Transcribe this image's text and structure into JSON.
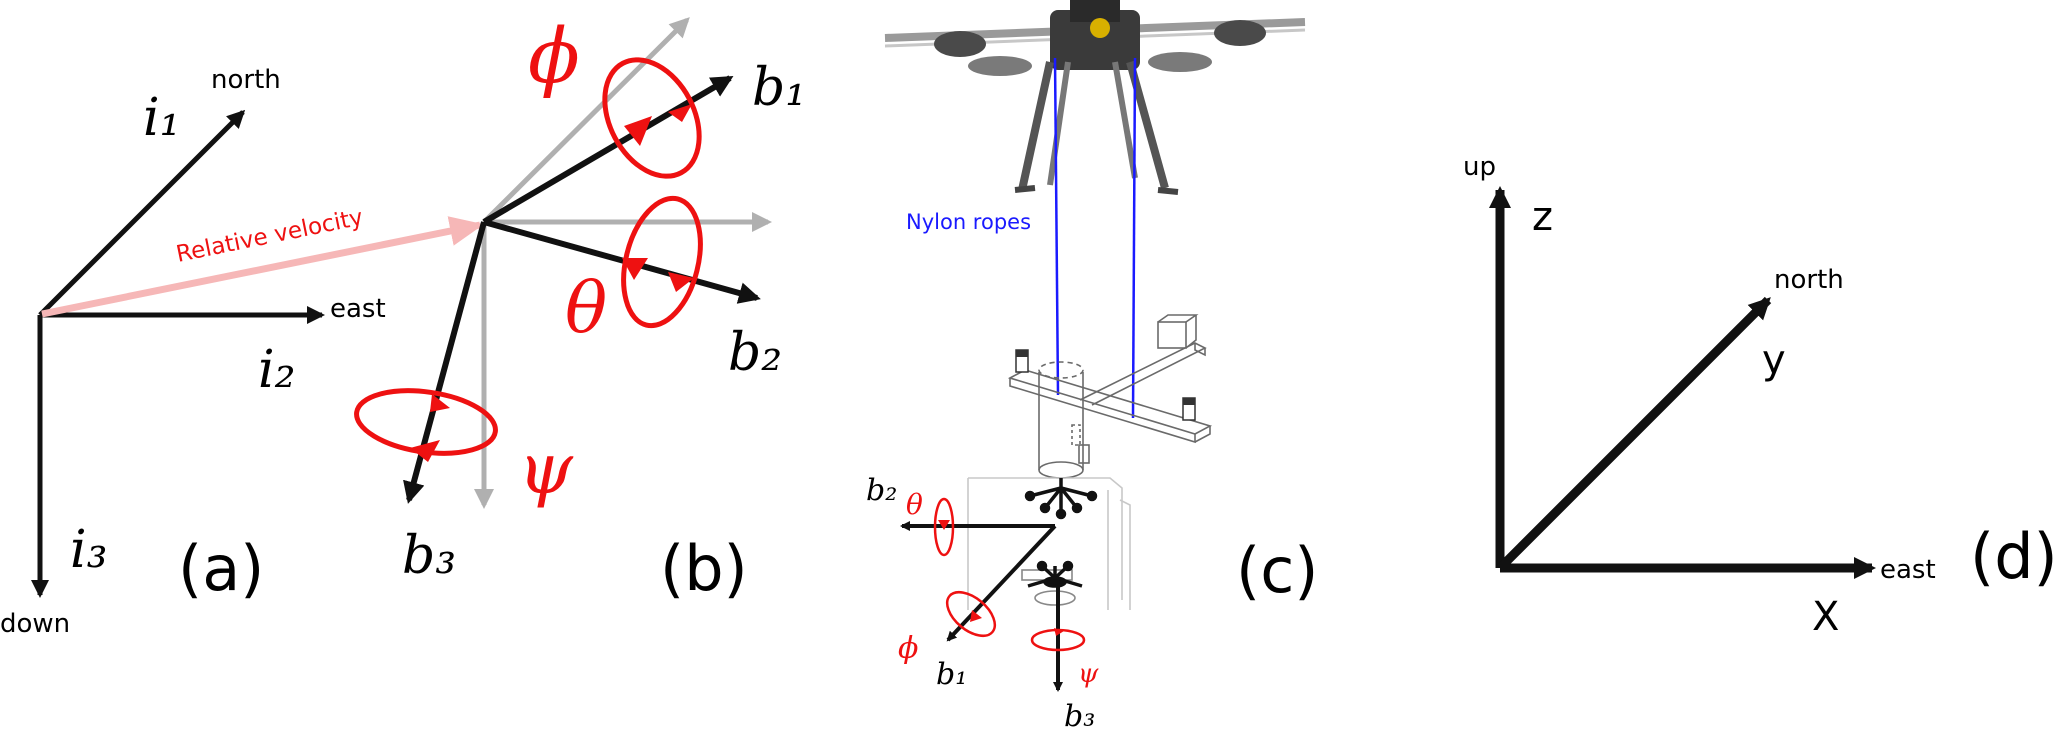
{
  "colors": {
    "axis": "#111111",
    "ghost_axis": "#b0b0b0",
    "rotation": "#ee1111",
    "velocity": "#f6b7b7",
    "rope": "#1a1aff"
  },
  "panel_a": {
    "panel_label": "(a)",
    "axis_north": "north",
    "axis_east": "east",
    "axis_down": "down",
    "i1": "i₁",
    "i2": "i₂",
    "i3": "i₃",
    "relative_velocity": "Relative velocity"
  },
  "panel_b": {
    "panel_label": "(b)",
    "b1": "b₁",
    "b2": "b₂",
    "b3": "b₃",
    "phi": "ϕ",
    "theta": "θ",
    "psi": "ψ"
  },
  "panel_c": {
    "panel_label": "(c)",
    "nylon_ropes": "Nylon ropes",
    "b1": "b₁",
    "b2": "b₂",
    "b3": "b₃",
    "phi": "ϕ",
    "theta": "θ",
    "psi": "ψ"
  },
  "panel_d": {
    "panel_label": "(d)",
    "axis_up": "up",
    "axis_north": "north",
    "axis_east": "east",
    "z": "z",
    "y": "y",
    "x": "X"
  }
}
